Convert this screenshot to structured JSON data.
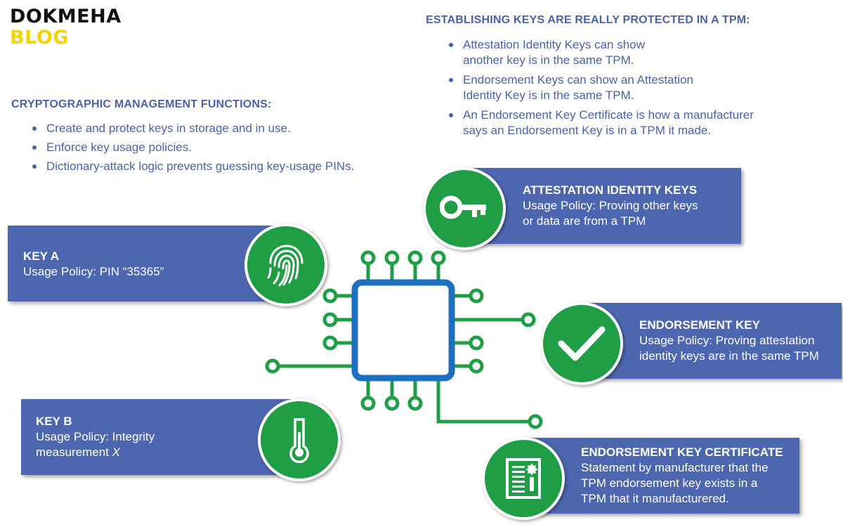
{
  "logo": {
    "line1": "DOKMEHA",
    "line2": "BLOG"
  },
  "crypto": {
    "heading": "CRYPTOGRAPHIC MANAGEMENT FUNCTIONS:",
    "items": [
      "Create and protect keys in storage and in use.",
      "Enforce key usage policies.",
      "Dictionary-attack logic prevents guessing key-usage PINs."
    ]
  },
  "establishing": {
    "heading": "ESTABLISHING KEYS ARE REALLY PROTECTED IN A TPM:",
    "items": [
      "Attestation Identity Keys can show\nanother key is in the same TPM.",
      "Endorsement Keys can show an Attestation\nIdentity Key is in the same TPM.",
      "An Endorsement Key Certificate is how a manufacturer\nsays an Endorsement Key is in a TPM it made."
    ]
  },
  "keys": {
    "key_a": {
      "title": "KEY A",
      "body": "Usage Policy: PIN “35365”",
      "icon": "fingerprint-icon"
    },
    "key_b": {
      "title": "KEY B",
      "body_prefix": "Usage Policy: Integrity\nmeasurement ",
      "body_var": "X",
      "icon": "thermometer-icon"
    },
    "aik": {
      "title": "ATTESTATION IDENTITY KEYS",
      "body": "Usage Policy: Proving other keys\nor data are from a TPM",
      "icon": "key-icon"
    },
    "ek": {
      "title": "ENDORSEMENT KEY",
      "body": "Usage Policy: Proving attestation\nidentity keys are in the same TPM",
      "icon": "checkmark-icon"
    },
    "ekc": {
      "title": "ENDORSEMENT KEY CERTIFICATE",
      "body": "Statement by manufacturer that the\nTPM endorsement key exists in a\nTPM that it manufacturered.",
      "icon": "certificate-icon"
    }
  },
  "colors": {
    "box_blue": "#4d66b0",
    "circle_green": "#1f9e45",
    "chip_blue": "#1d6fbf",
    "text_blue": "#4a62a8",
    "logo_yellow": "#f2d400"
  }
}
